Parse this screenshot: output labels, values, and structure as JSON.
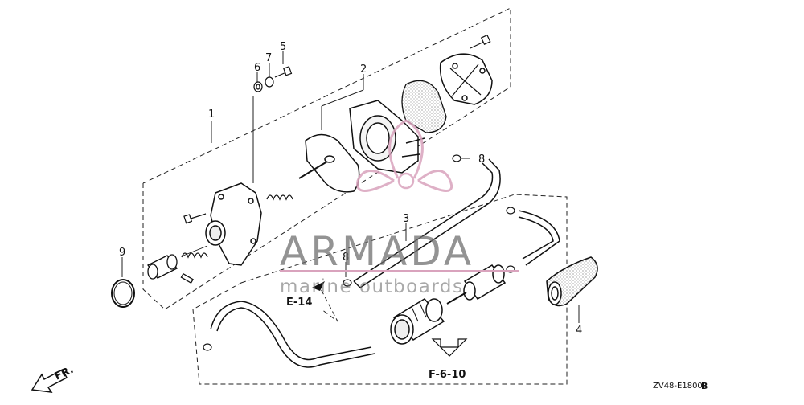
{
  "callouts": {
    "c1": "1",
    "c2": "2",
    "c3": "3",
    "c4": "4",
    "c5": "5",
    "c6": "6",
    "c7": "7",
    "c8a": "8",
    "c8b": "8",
    "c9": "9"
  },
  "references": {
    "e14": "E-14",
    "f610": "F-6-10"
  },
  "direction_label": "FR.",
  "diagram_code": "ZV48-E1800",
  "diagram_code_suffix": "B",
  "watermark": {
    "brand": "ARMADA",
    "tagline": "marine outboards",
    "brand_color": "#6f6f6f",
    "accent_color": "#d9a3bd"
  }
}
